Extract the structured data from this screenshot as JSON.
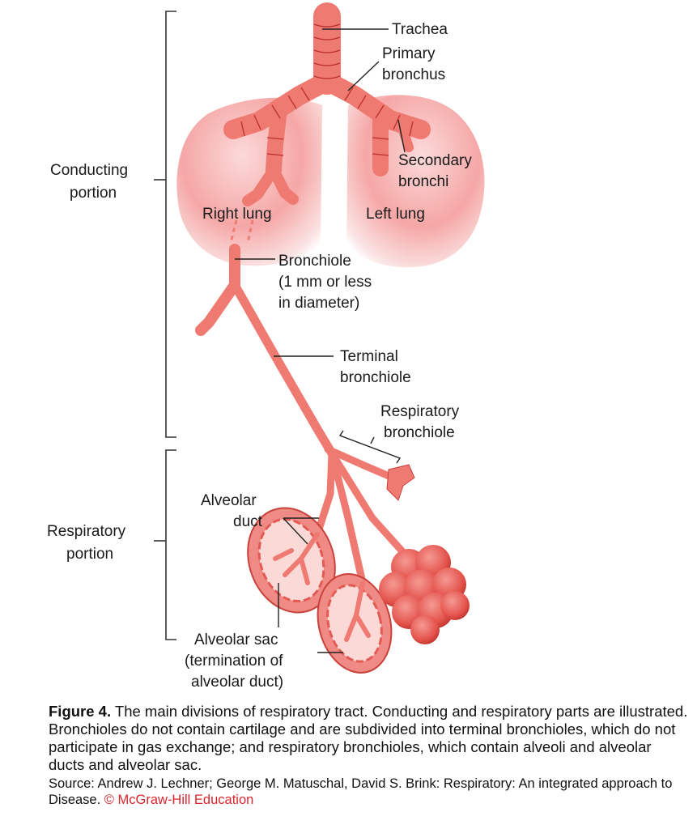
{
  "labels": {
    "trachea": "Trachea",
    "primary_bronchus_1": "Primary",
    "primary_bronchus_2": "bronchus",
    "secondary_bronchi_1": "Secondary",
    "secondary_bronchi_2": "bronchi",
    "right_lung": "Right lung",
    "left_lung": "Left lung",
    "conducting_portion_1": "Conducting",
    "conducting_portion_2": "portion",
    "bronchiole_1": "Bronchiole",
    "bronchiole_2": "(1 mm or less",
    "bronchiole_3": "in diameter)",
    "terminal_bronchiole_1": "Terminal",
    "terminal_bronchiole_2": "bronchiole",
    "respiratory_bronchiole_1": "Respiratory",
    "respiratory_bronchiole_2": "bronchiole",
    "respiratory_portion_1": "Respiratory",
    "respiratory_portion_2": "portion",
    "alveolar_duct_1": "Alveolar",
    "alveolar_duct_2": "duct",
    "alveolar_sac_1": "Alveolar sac",
    "alveolar_sac_2": "(termination of",
    "alveolar_sac_3": "alveolar duct)"
  },
  "caption": {
    "figure_label": "Figure 4.",
    "text": " The main divisions of respiratory tract. Conducting and respiratory parts are illustrated. Bronchioles do not contain cartilage and are subdivided into terminal bronchioles, which do not participate in gas exchange; and respiratory bronchioles, which contain alveoli and alveolar ducts and alveolar sac.",
    "source": "Source: Andrew J. Lechner; George M. Matuschal, David S. Brink: Respiratory: An integrated approach to Disease. ",
    "copyright": "© McGraw-Hill Education"
  },
  "colors": {
    "tissue": "#ef7a72",
    "tissue_dark": "#c8413b",
    "lung_fill": "#f6b3b1",
    "copyright": "#d8262c"
  }
}
